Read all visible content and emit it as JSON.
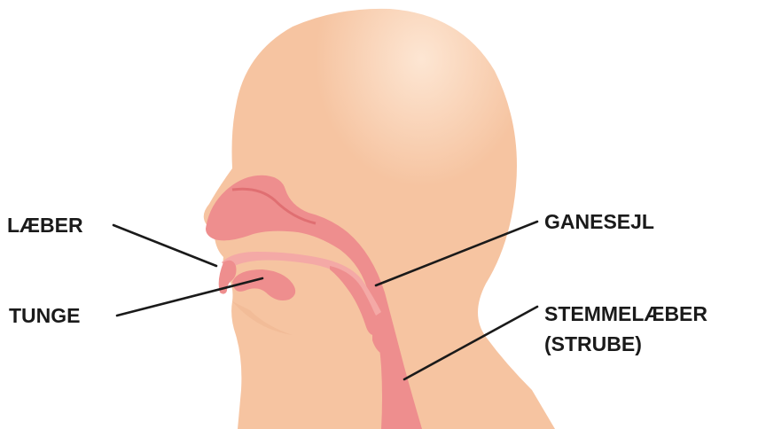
{
  "colors": {
    "skin": "#f6c4a1",
    "skin_highlight": "#fde6d3",
    "tract": "#ee8e8e",
    "tract_dark": "#e06f72",
    "tract_light": "#f4a9a6",
    "line": "#1a1a1a"
  },
  "labels": {
    "lips": "LÆBER",
    "tongue": "TUNGE",
    "soft_palate": "GANESEJL",
    "vocal_folds_line1": "STEMMELÆBER",
    "vocal_folds_line2": "(STRUBE)"
  }
}
